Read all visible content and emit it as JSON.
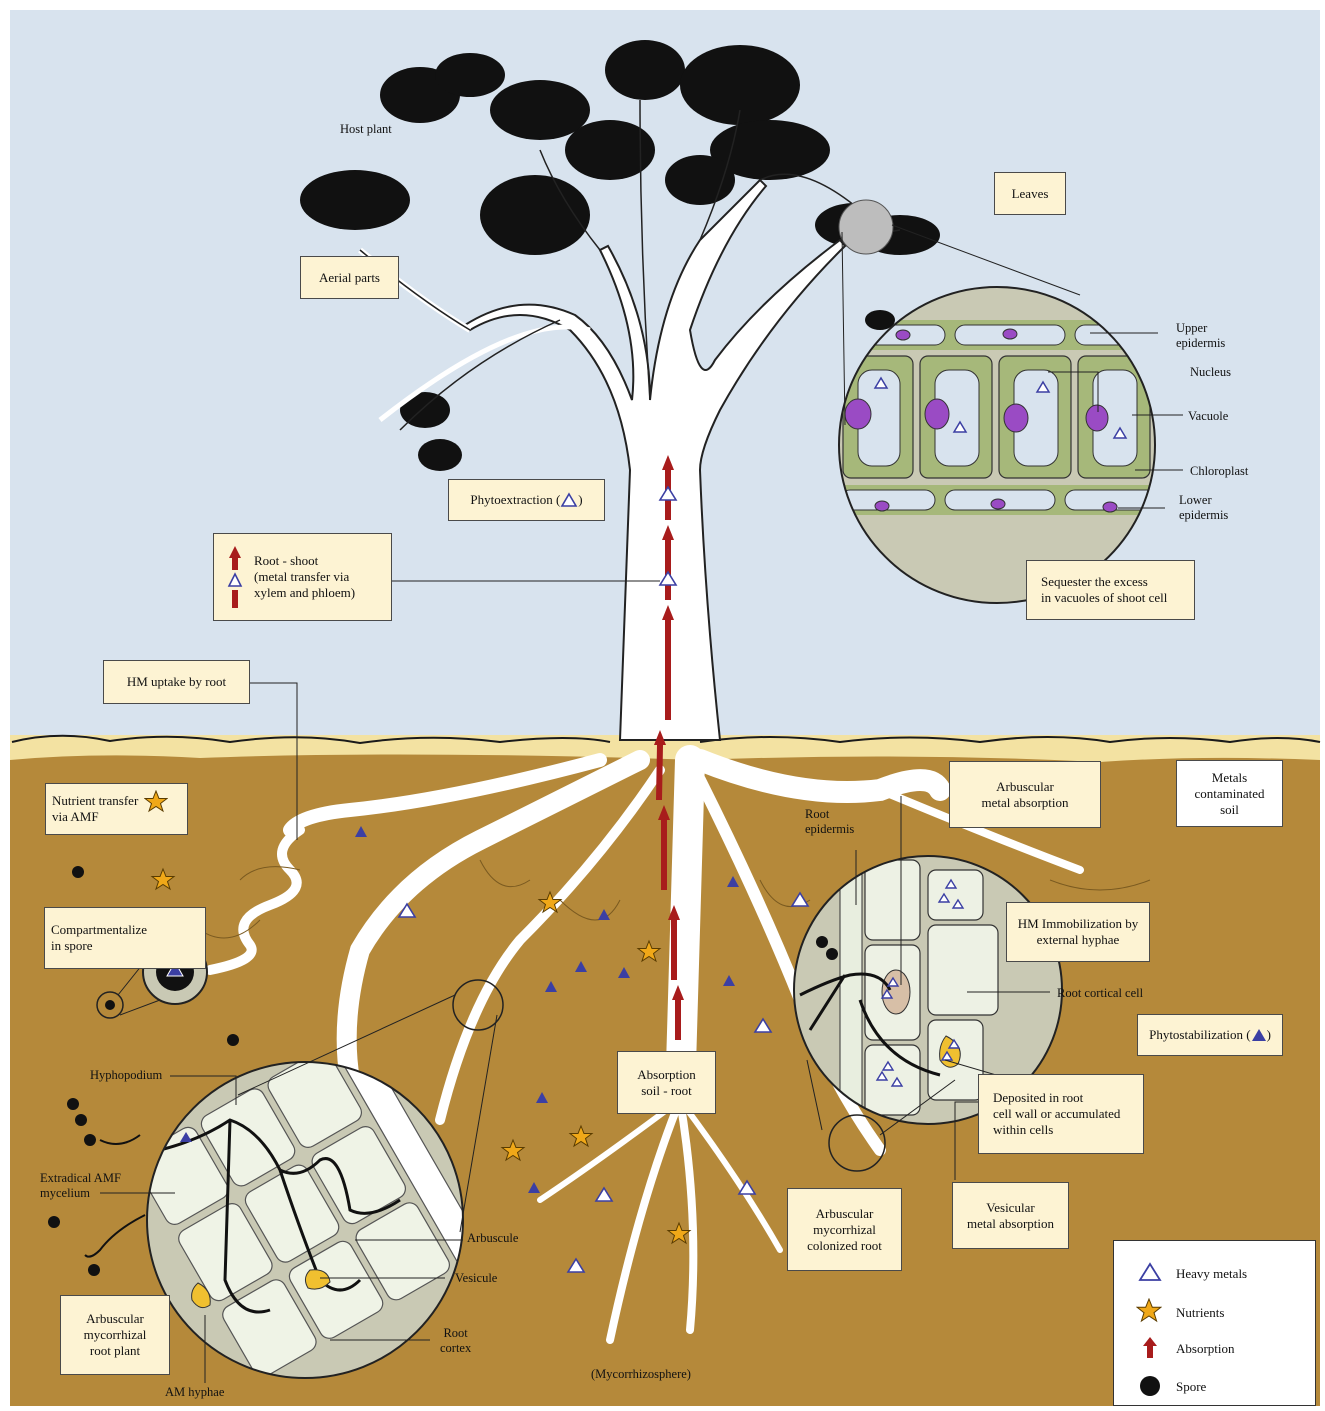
{
  "labels": {
    "host_plant": "Host plant",
    "aerial_parts": "Aerial parts",
    "leaves": "Leaves",
    "phytoextraction": "Phytoextraction (",
    "phytoextraction_close": ")",
    "root_shoot": [
      "Root - shoot",
      "(metal transfer via",
      "xylem and phloem)"
    ],
    "hm_uptake": "HM uptake by root",
    "nutrient_transfer": [
      "Nutrient transfer",
      "via AMF"
    ],
    "compartmentalize": [
      "Compartmentalize",
      "in spore"
    ],
    "arbuscular_metal_absorption": [
      "Arbuscular",
      "metal absorption"
    ],
    "metals_contaminated_soil": [
      "Metals",
      "contaminated",
      "soil"
    ],
    "root_epidermis": [
      "Root",
      "epidermis"
    ],
    "hm_immobilization": [
      "HM Immobilization by",
      "external hyphae"
    ],
    "root_cortical_cell": "Root cortical cell",
    "phytostabilization": "Phytostabilization (",
    "phytostabilization_close": ")",
    "deposited": [
      "Deposited in root",
      "cell wall or accumulated",
      "within cells"
    ],
    "vesicular_metal_absorption": [
      "Vesicular",
      "metal absorption"
    ],
    "amcr": [
      "Arbuscular",
      "mycorrhizal",
      "colonized root"
    ],
    "absorption_soil_root": [
      "Absorption",
      "soil - root"
    ],
    "mycorrhizosphere": "(Mycorrhizosphere)",
    "hyphopodium": "Hyphopodium",
    "extradical": [
      "Extradical AMF",
      "mycelium"
    ],
    "arbuscule": "Arbuscule",
    "vesicule": "Vesicule",
    "root_cortex": [
      "Root",
      "cortex"
    ],
    "am_root_plant": [
      "Arbuscular",
      "mycorrhizal",
      "root plant"
    ],
    "am_hyphae": "AM hyphae",
    "upper_epidermis": [
      "Upper",
      "epidermis"
    ],
    "nucleus": "Nucleus",
    "vacuole": "Vacuole",
    "chloroplast": "Chloroplast",
    "lower_epidermis": [
      "Lower",
      "epidermis"
    ],
    "sequester": [
      "Sequester the excess",
      "in vacuoles of shoot cell"
    ]
  },
  "legend": {
    "heavy_metals": "Heavy metals",
    "nutrients": "Nutrients",
    "absorption": "Absorption",
    "spore": "Spore"
  },
  "colors": {
    "sky": "#d8e3ee",
    "soil": "#b5893a",
    "topsoil": "#f3e2a2",
    "box_fill": "#fdf3d3",
    "arrow_red": "#a81c1c",
    "metal_blue": "#3b3fa3",
    "nutrient_gold": "#f0a818",
    "nucleus_purple": "#9a4bc4",
    "leaf_green": "#a6b87a"
  },
  "icons": [
    "tree-icon",
    "heavy-metal-triangle-icon",
    "nutrient-star-icon",
    "absorption-arrow-icon",
    "spore-dot-icon"
  ]
}
